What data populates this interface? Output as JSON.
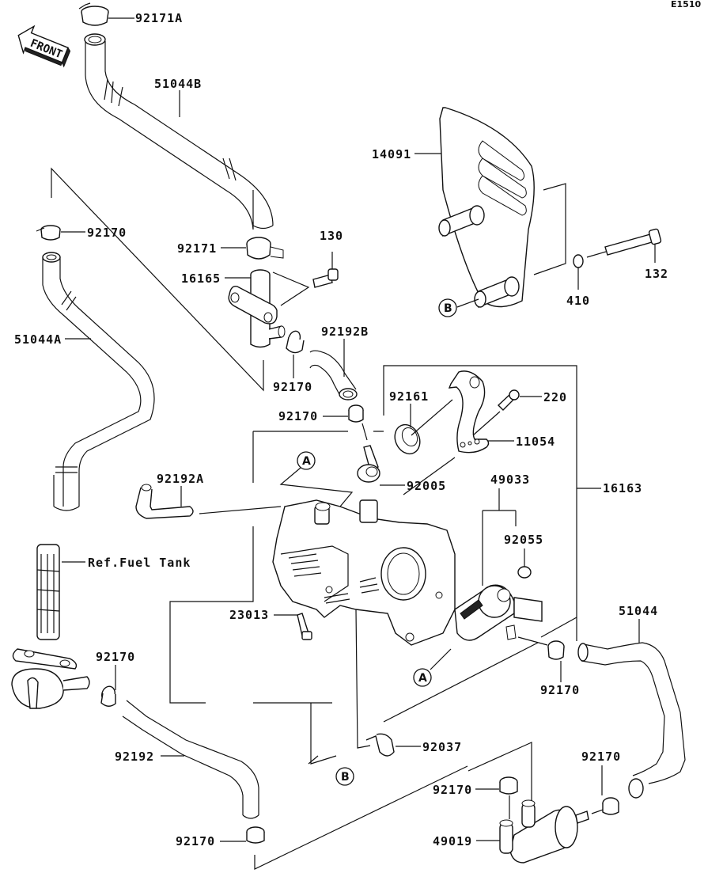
{
  "diagram": {
    "code": "E1510",
    "front_label": "FRONT",
    "ref_fuel_tank": "Ref.Fuel Tank",
    "markers": {
      "a": "A",
      "b": "B"
    },
    "parts": {
      "p92171A": "92171A",
      "p51044B": "51044B",
      "p14091": "14091",
      "p92170_top_left": "92170",
      "p92171": "92171",
      "p130": "130",
      "p16165": "16165",
      "p132": "132",
      "p410": "410",
      "p51044A": "51044A",
      "p92192B": "92192B",
      "p92170_mid": "92170",
      "p92170_center": "92170",
      "p92161": "92161",
      "p220": "220",
      "p11054": "11054",
      "p92192A": "92192A",
      "p92005": "92005",
      "p49033": "49033",
      "p16163": "16163",
      "p92055": "92055",
      "p23013": "23013",
      "p51044": "51044",
      "p92170_left": "92170",
      "p92170_right": "92170",
      "p92037": "92037",
      "p92192": "92192",
      "p92170_lower_right": "92170",
      "p92170_filter": "92170",
      "p49019": "49019",
      "p92170_bottom": "92170"
    }
  }
}
